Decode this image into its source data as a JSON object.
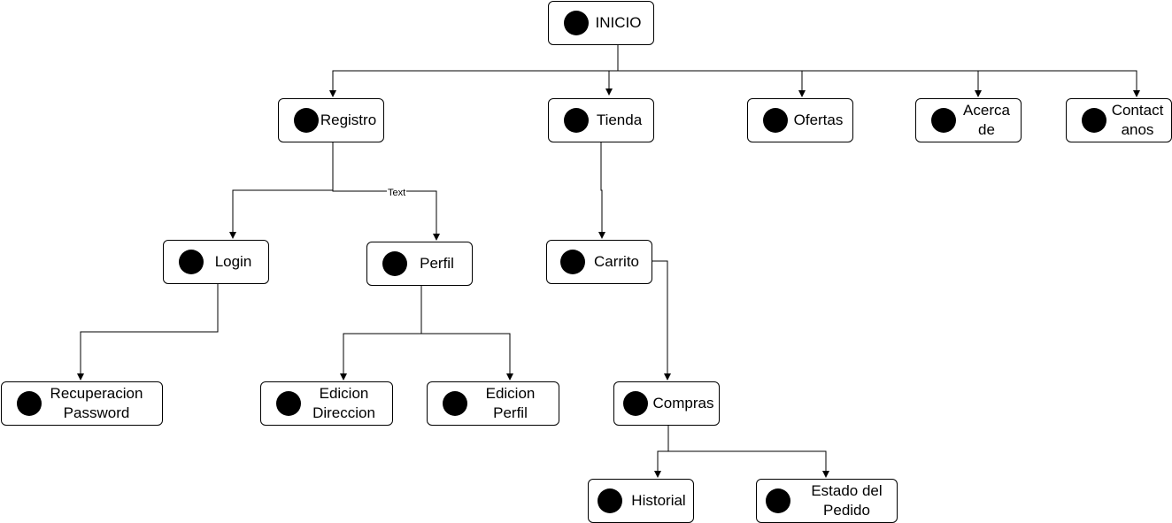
{
  "diagram": {
    "nodes": [
      {
        "id": "inicio",
        "label": "INICIO"
      },
      {
        "id": "registro",
        "label": "Registro"
      },
      {
        "id": "tienda",
        "label": "Tienda"
      },
      {
        "id": "ofertas",
        "label": "Ofertas"
      },
      {
        "id": "acerca",
        "label": "Acerca\nde"
      },
      {
        "id": "contactanos",
        "label": "Contact\nanos"
      },
      {
        "id": "login",
        "label": "Login"
      },
      {
        "id": "perfil",
        "label": "Perfil"
      },
      {
        "id": "carrito",
        "label": "Carrito"
      },
      {
        "id": "recuperacion",
        "label": "Recuperacion\nPassword"
      },
      {
        "id": "edicion-direccion",
        "label": "Edicion\nDireccion"
      },
      {
        "id": "edicion-perfil",
        "label": "Edicion\nPerfil"
      },
      {
        "id": "compras",
        "label": "Compras"
      },
      {
        "id": "historial",
        "label": "Historial"
      },
      {
        "id": "estado-pedido",
        "label": "Estado del\nPedido"
      }
    ],
    "edges": [
      {
        "from": "inicio",
        "to": "registro"
      },
      {
        "from": "inicio",
        "to": "tienda"
      },
      {
        "from": "inicio",
        "to": "ofertas"
      },
      {
        "from": "inicio",
        "to": "acerca"
      },
      {
        "from": "inicio",
        "to": "contactanos"
      },
      {
        "from": "registro",
        "to": "login"
      },
      {
        "from": "registro",
        "to": "perfil",
        "label": "Text"
      },
      {
        "from": "login",
        "to": "recuperacion"
      },
      {
        "from": "perfil",
        "to": "edicion-direccion"
      },
      {
        "from": "perfil",
        "to": "edicion-perfil"
      },
      {
        "from": "tienda",
        "to": "carrito"
      },
      {
        "from": "carrito",
        "to": "compras"
      },
      {
        "from": "compras",
        "to": "historial"
      },
      {
        "from": "compras",
        "to": "estado-pedido"
      }
    ]
  }
}
